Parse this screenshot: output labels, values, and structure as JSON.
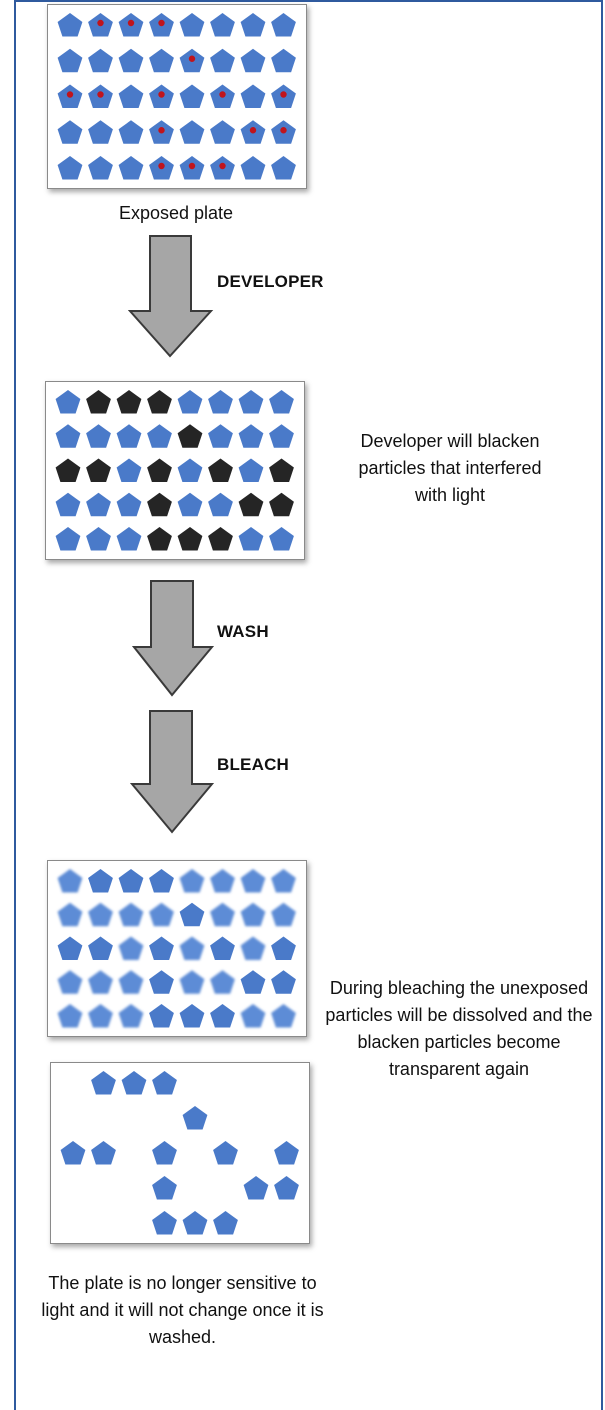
{
  "colors": {
    "frame": "#2f5a9e",
    "particle": "#4a7ac9",
    "particle_blurred": "#5d8cd6",
    "blackened": "#252525",
    "exposure_dot": "#c0141c",
    "arrow_fill": "#a6a6a6",
    "arrow_stroke": "#3a3a3a"
  },
  "labels": {
    "exposed_plate": "Exposed plate",
    "developer": "DEVELOPER",
    "wash": "WASH",
    "bleach": "BLEACH",
    "developer_note": "Developer will blacken particles that interfered with light",
    "bleach_note": "During bleaching the unexposed particles will be dissolved and the blacken particles become transparent again",
    "final_note": "The plate is no longer sensitive to light and it will not change once it is washed."
  },
  "grids": {
    "exposed_dots": [
      [
        0,
        1,
        1,
        1,
        0,
        0,
        0,
        0
      ],
      [
        0,
        0,
        0,
        0,
        1,
        0,
        0,
        0
      ],
      [
        1,
        1,
        0,
        1,
        0,
        1,
        0,
        1
      ],
      [
        0,
        0,
        0,
        1,
        0,
        0,
        1,
        1
      ],
      [
        0,
        0,
        0,
        1,
        1,
        1,
        0,
        0
      ]
    ],
    "developed_black": [
      [
        0,
        1,
        1,
        1,
        0,
        0,
        0,
        0
      ],
      [
        0,
        0,
        0,
        0,
        1,
        0,
        0,
        0
      ],
      [
        1,
        1,
        0,
        1,
        0,
        1,
        0,
        1
      ],
      [
        0,
        0,
        0,
        1,
        0,
        0,
        1,
        1
      ],
      [
        0,
        0,
        0,
        1,
        1,
        1,
        0,
        0
      ]
    ],
    "bleached_sharp": [
      [
        0,
        1,
        1,
        1,
        0,
        0,
        0,
        0
      ],
      [
        0,
        0,
        0,
        0,
        1,
        0,
        0,
        0
      ],
      [
        1,
        1,
        0,
        1,
        0,
        1,
        0,
        1
      ],
      [
        0,
        0,
        0,
        1,
        0,
        0,
        1,
        1
      ],
      [
        0,
        0,
        0,
        1,
        1,
        1,
        0,
        0
      ]
    ],
    "remaining": [
      [
        0,
        1,
        1,
        1,
        0,
        0,
        0,
        0
      ],
      [
        0,
        0,
        0,
        0,
        1,
        0,
        0,
        0
      ],
      [
        1,
        1,
        0,
        1,
        0,
        1,
        0,
        1
      ],
      [
        0,
        0,
        0,
        1,
        0,
        0,
        1,
        1
      ],
      [
        0,
        0,
        0,
        1,
        1,
        1,
        0,
        0
      ]
    ]
  }
}
